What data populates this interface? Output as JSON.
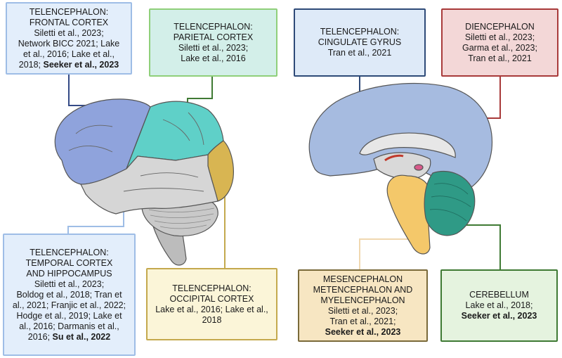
{
  "boxes": {
    "frontal": {
      "title": [
        "TELENCEPHALON:",
        "FRONTAL CORTEX"
      ],
      "refs": [
        "Siletti et al., 2023;",
        "Network BICC 2021; Lake",
        "et al., 2016; Lake et al.,",
        "2018;"
      ],
      "refs_bold": "Seeker et al., 2023"
    },
    "parietal": {
      "title": [
        "TELENCEPHALON:",
        "PARIETAL CORTEX"
      ],
      "refs": [
        "Siletti et al., 2023;",
        "Lake et al., 2016"
      ]
    },
    "cingulate": {
      "title": [
        "TELENCEPHALON:",
        "CINGULATE GYRUS"
      ],
      "refs": [
        "Tran et al., 2021"
      ]
    },
    "diencephalon": {
      "title": [
        "DIENCEPHALON"
      ],
      "refs": [
        "Siletti et al., 2023;",
        "Garma et al., 2023;",
        "Tran et al., 2021"
      ]
    },
    "temporal": {
      "title": [
        "TELENCEPHALON:",
        "TEMPORAL CORTEX",
        "AND HIPPOCAMPUS"
      ],
      "refs": [
        "Siletti et al., 2023;",
        "Boldog et al., 2018; Tran et",
        "al., 2021; Franjic et al., 2022;",
        "Hodge et al., 2019;  Lake et",
        "al., 2016; Darmanis et al.,",
        "2016;"
      ],
      "refs_bold": "Su et al., 2022"
    },
    "occipital": {
      "title": [
        "TELENCEPHALON:",
        "OCCIPITAL CORTEX"
      ],
      "refs": [
        "Lake et al., 2016; Lake et al.,",
        "2018"
      ]
    },
    "mesencephalon": {
      "title": [
        "MESENCEPHALON",
        "METENCEPHALON AND",
        "MYELENCEPHALON"
      ],
      "refs": [
        "Siletti et al., 2023;",
        "Tran et al., 2021;"
      ],
      "refs_bold": "Seeker et al., 2023"
    },
    "cerebellum": {
      "title": [
        "CEREBELLUM"
      ],
      "refs": [
        "Lake et al., 2018;"
      ],
      "refs_bold": "Seeker et al., 2023"
    }
  },
  "colors": {
    "frontal": "#8fa3dc",
    "parietal": "#5fd0c8",
    "occipital": "#d8b552",
    "temporal": "#d6d6d6",
    "cerebellum_lateral": "#c9c9c9",
    "brainstem": "#bcbcbc",
    "medial_cortex": "#a6bbe0",
    "medial_cerebellum": "#2f9a86",
    "medial_brainstem": "#f4c86a",
    "thalamus_accent": "#d85a8a",
    "line_frontal": "#344a86",
    "line_parietal": "#3f7a34",
    "line_temporal": "#9ebde6",
    "line_occipital": "#c4a94d",
    "line_cingulate": "#2e4a78",
    "line_dien": "#a83a3a",
    "line_mesen": "#f0d8b0",
    "line_cerebellum": "#3f7a34"
  }
}
